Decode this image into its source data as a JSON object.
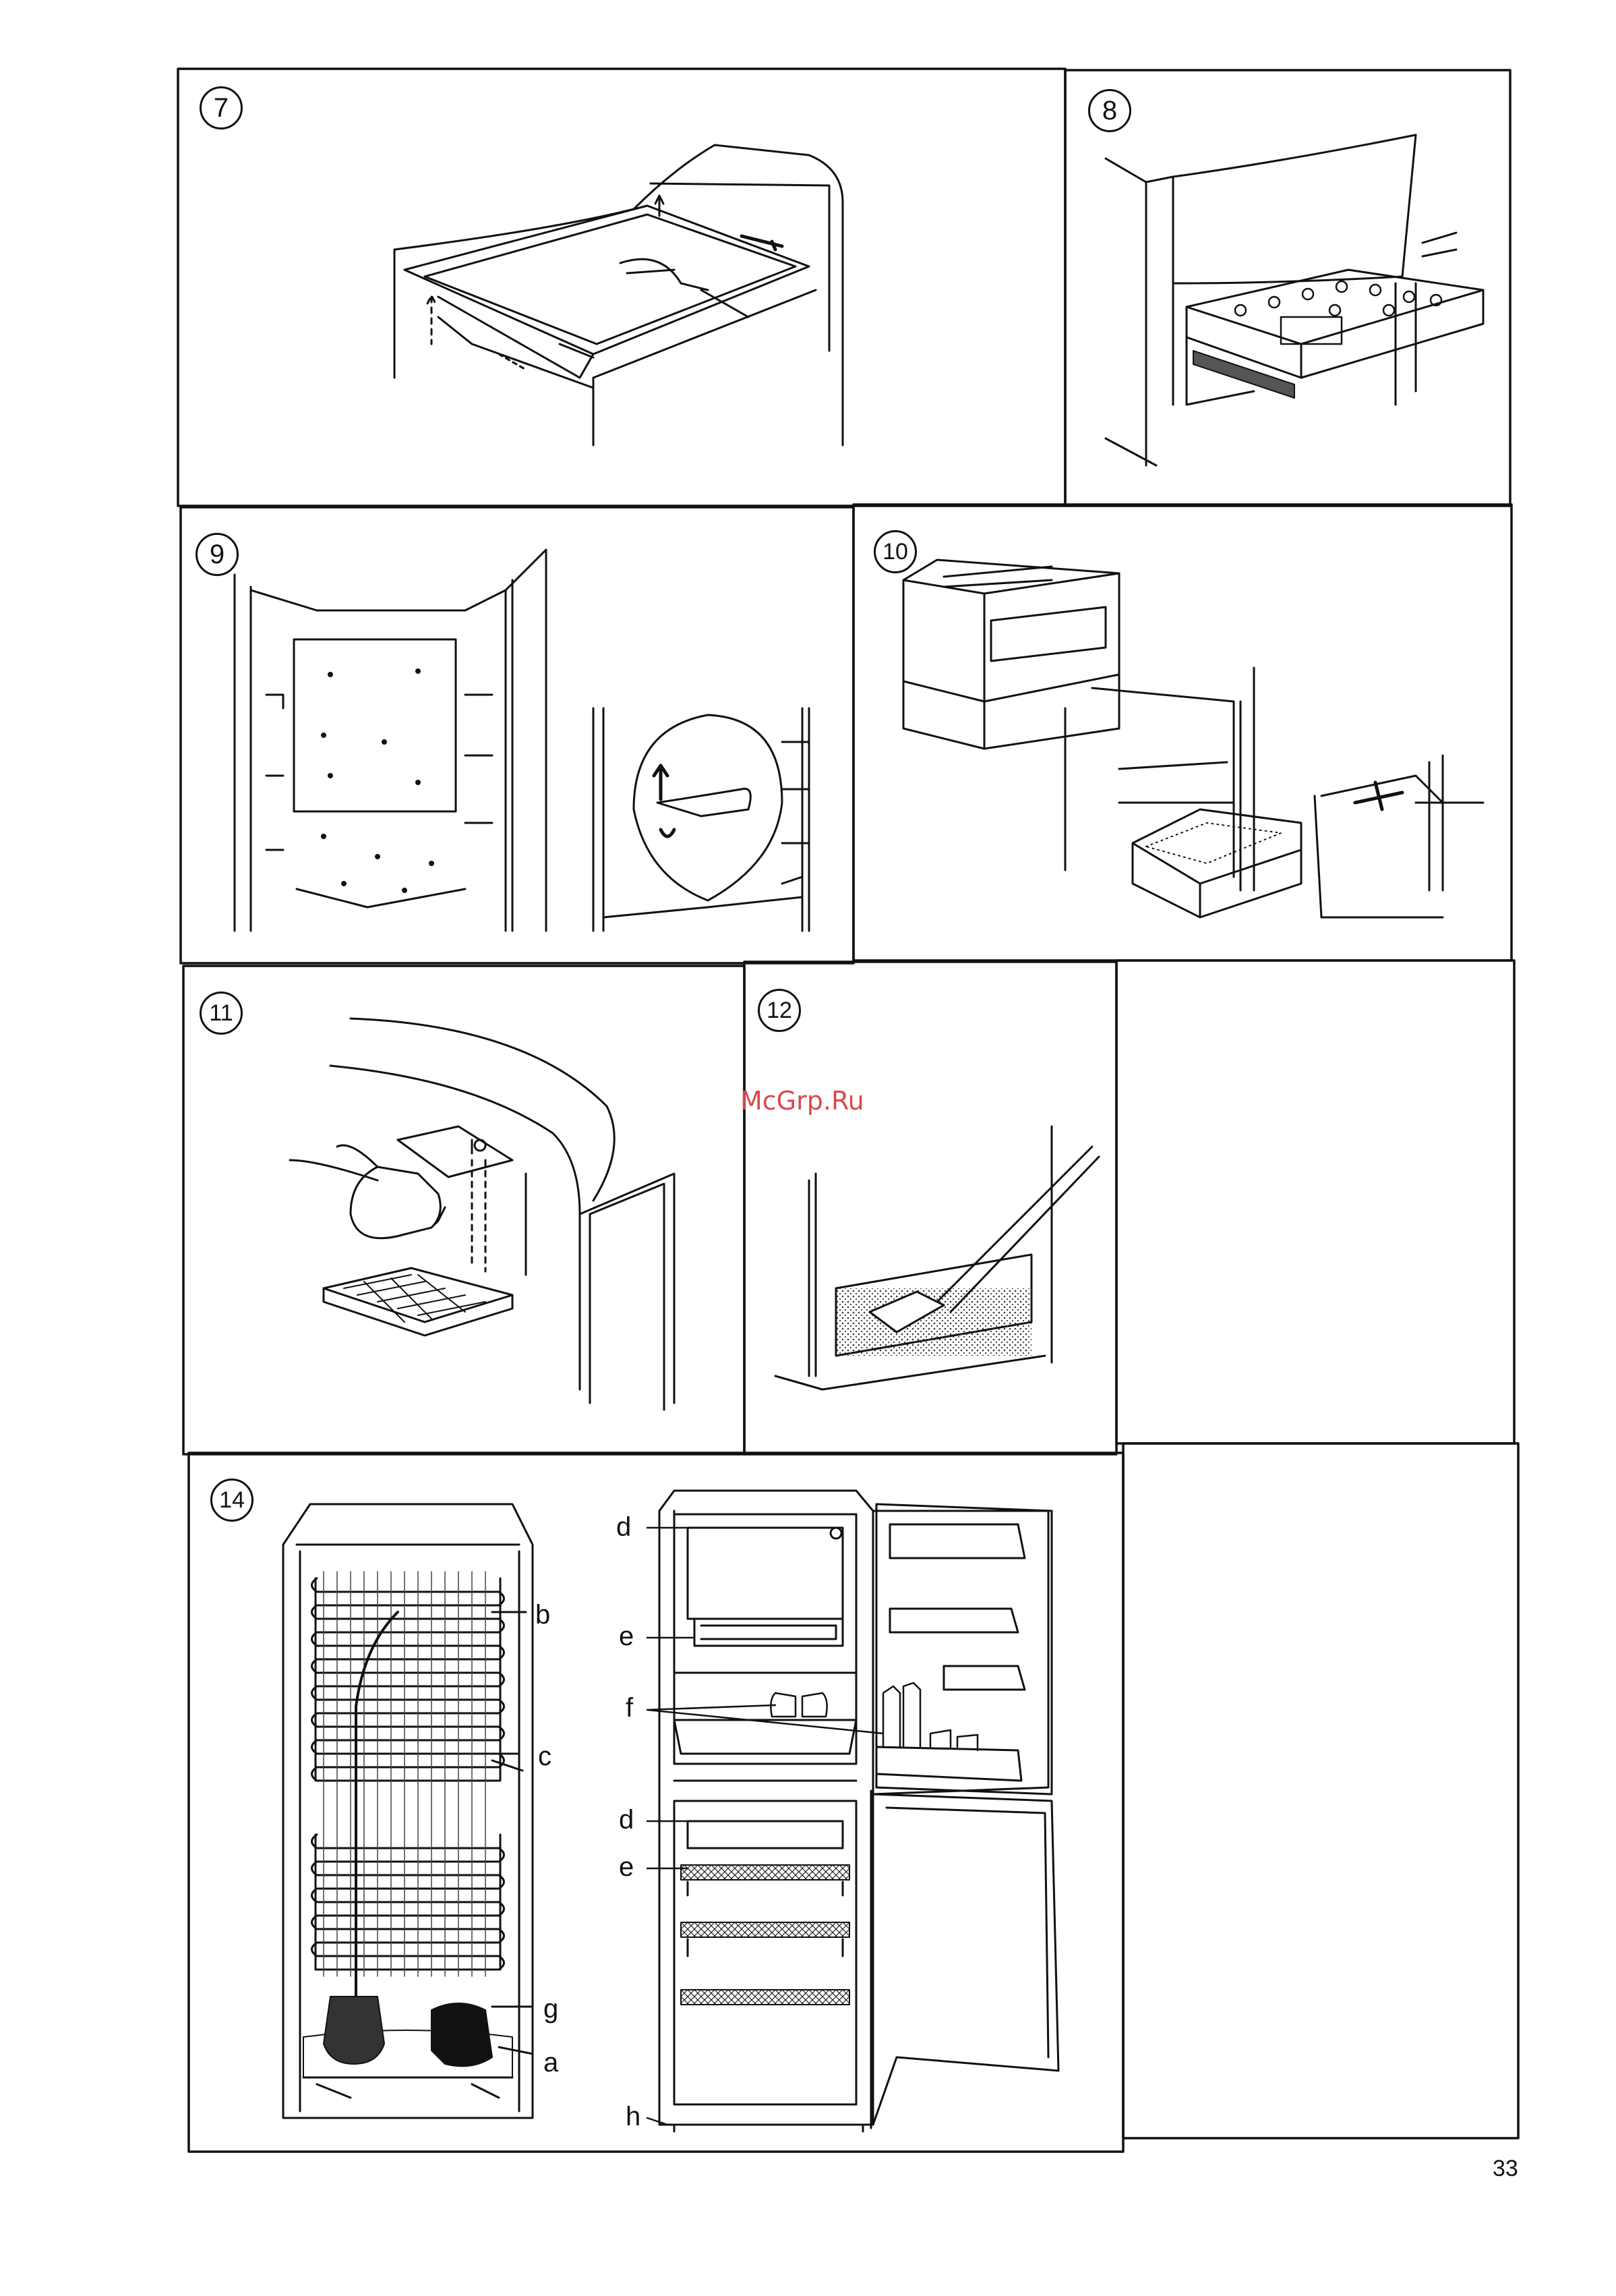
{
  "page_number": "33",
  "watermark": "McGrp.Ru",
  "panels": {
    "p7": {
      "number": "7"
    },
    "p8": {
      "number": "8"
    },
    "p9": {
      "number": "9"
    },
    "p10": {
      "number": "10"
    },
    "p11": {
      "number": "11"
    },
    "p12": {
      "number": "12"
    },
    "p14": {
      "number": "14",
      "back_labels": {
        "b": "b",
        "c": "c",
        "g": "g",
        "a": "a"
      },
      "front_labels": {
        "d1": "d",
        "e1": "e",
        "f": "f",
        "d2": "d",
        "e2": "e",
        "h": "h"
      }
    }
  }
}
